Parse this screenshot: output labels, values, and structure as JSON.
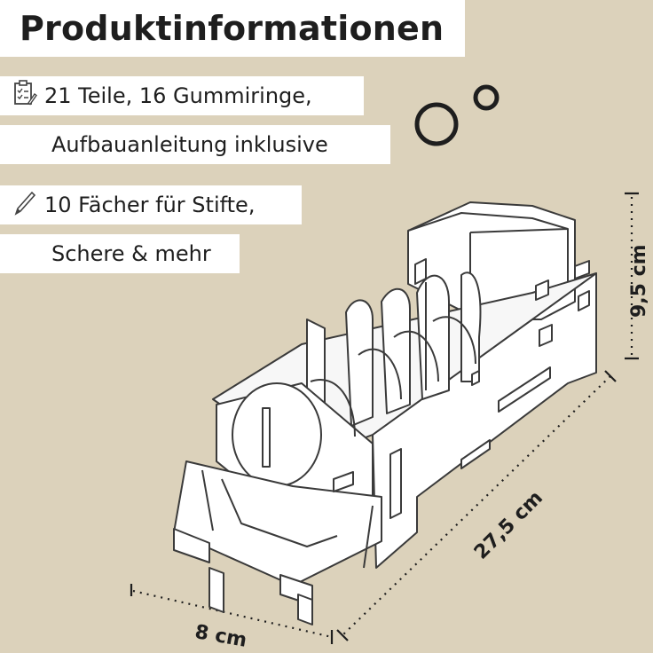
{
  "title": "Produktinformationen",
  "features": [
    {
      "icon": "checklist-icon",
      "lines": [
        "21 Teile, 16 Gummiringe,",
        "Aufbauanleitung inklusive"
      ]
    },
    {
      "icon": "pencil-icon",
      "lines": [
        "10 Fächer für Stifte,",
        "Schere & mehr"
      ]
    }
  ],
  "dimensions": {
    "height": "9,5 cm",
    "length": "27,5 cm",
    "width": "8 cm"
  },
  "colors": {
    "background": "#dcd2bb",
    "panel": "#ffffff",
    "ink": "#1e1e1e"
  }
}
